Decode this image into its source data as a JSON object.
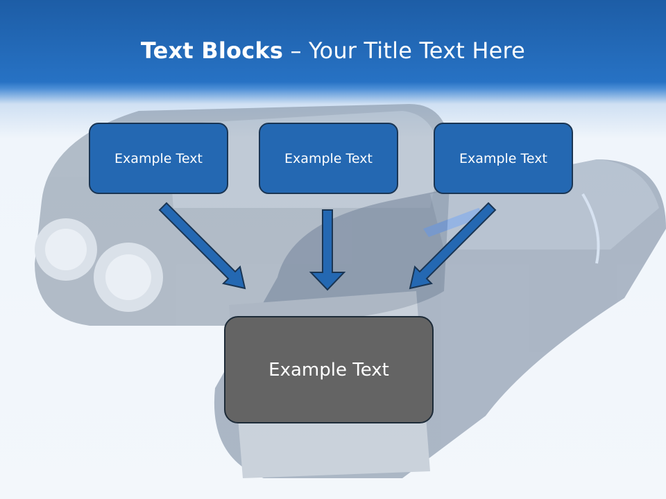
{
  "slide": {
    "title_bold": "Text Blocks",
    "title_rest": " – Your Title Text Here",
    "blocks": [
      {
        "label": "Example Text"
      },
      {
        "label": "Example Text"
      },
      {
        "label": "Example Text"
      }
    ],
    "main_block": {
      "label": "Example Text"
    }
  },
  "colors": {
    "header_blue": "#2772c4",
    "block_blue": "#2468b2",
    "main_gray": "#646464",
    "arrow_blue": "#2468b2"
  }
}
